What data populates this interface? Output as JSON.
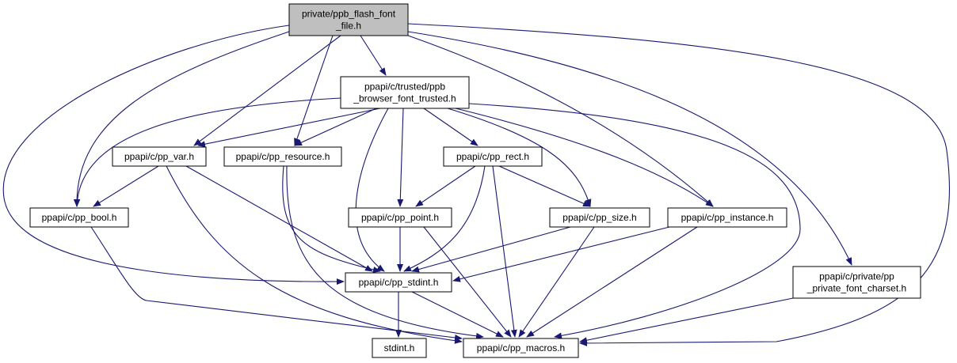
{
  "colors": {
    "edge": "#191970",
    "root_fill": "#bfbfbf",
    "node_fill": "#ffffff",
    "node_border": "#000000",
    "external_border": "#bfbfbf",
    "external_text": "#555555"
  },
  "nodes": [
    {
      "id": "root",
      "lines": [
        "private/ppb_flash_font",
        "_file.h"
      ],
      "style": "root"
    },
    {
      "id": "browser",
      "lines": [
        "ppapi/c/trusted/ppb",
        "_browser_font_trusted.h"
      ],
      "style": "normal"
    },
    {
      "id": "var",
      "lines": [
        "ppapi/c/pp_var.h"
      ],
      "style": "normal"
    },
    {
      "id": "resource",
      "lines": [
        "ppapi/c/pp_resource.h"
      ],
      "style": "normal"
    },
    {
      "id": "rect",
      "lines": [
        "ppapi/c/pp_rect.h"
      ],
      "style": "normal"
    },
    {
      "id": "bool",
      "lines": [
        "ppapi/c/pp_bool.h"
      ],
      "style": "normal"
    },
    {
      "id": "point",
      "lines": [
        "ppapi/c/pp_point.h"
      ],
      "style": "normal"
    },
    {
      "id": "size",
      "lines": [
        "ppapi/c/pp_size.h"
      ],
      "style": "normal"
    },
    {
      "id": "instance",
      "lines": [
        "ppapi/c/pp_instance.h"
      ],
      "style": "normal"
    },
    {
      "id": "stdint_pp",
      "lines": [
        "ppapi/c/pp_stdint.h"
      ],
      "style": "normal"
    },
    {
      "id": "charset",
      "lines": [
        "ppapi/c/private/pp",
        "_private_font_charset.h"
      ],
      "style": "normal"
    },
    {
      "id": "stdint",
      "lines": [
        "stdint.h"
      ],
      "style": "external"
    },
    {
      "id": "macros",
      "lines": [
        "ppapi/c/pp_macros.h"
      ],
      "style": "normal"
    }
  ],
  "edges": [
    {
      "from": "root",
      "to": "browser"
    },
    {
      "from": "root",
      "to": "var"
    },
    {
      "from": "root",
      "to": "resource"
    },
    {
      "from": "root",
      "to": "bool"
    },
    {
      "from": "root",
      "to": "stdint_pp"
    },
    {
      "from": "root",
      "to": "instance"
    },
    {
      "from": "root",
      "to": "charset"
    },
    {
      "from": "root",
      "to": "macros"
    },
    {
      "from": "browser",
      "to": "bool"
    },
    {
      "from": "browser",
      "to": "var"
    },
    {
      "from": "browser",
      "to": "resource"
    },
    {
      "from": "browser",
      "to": "stdint_pp"
    },
    {
      "from": "browser",
      "to": "point"
    },
    {
      "from": "browser",
      "to": "rect"
    },
    {
      "from": "browser",
      "to": "size"
    },
    {
      "from": "browser",
      "to": "instance"
    },
    {
      "from": "browser",
      "to": "macros"
    },
    {
      "from": "var",
      "to": "bool"
    },
    {
      "from": "var",
      "to": "stdint_pp"
    },
    {
      "from": "var",
      "to": "macros"
    },
    {
      "from": "resource",
      "to": "stdint_pp"
    },
    {
      "from": "resource",
      "to": "macros"
    },
    {
      "from": "rect",
      "to": "point"
    },
    {
      "from": "rect",
      "to": "size"
    },
    {
      "from": "rect",
      "to": "stdint_pp"
    },
    {
      "from": "rect",
      "to": "macros"
    },
    {
      "from": "bool",
      "to": "macros"
    },
    {
      "from": "point",
      "to": "stdint_pp"
    },
    {
      "from": "point",
      "to": "macros"
    },
    {
      "from": "size",
      "to": "stdint_pp"
    },
    {
      "from": "size",
      "to": "macros"
    },
    {
      "from": "instance",
      "to": "stdint_pp"
    },
    {
      "from": "instance",
      "to": "macros"
    },
    {
      "from": "stdint_pp",
      "to": "stdint"
    },
    {
      "from": "stdint_pp",
      "to": "macros"
    },
    {
      "from": "charset",
      "to": "macros"
    }
  ]
}
